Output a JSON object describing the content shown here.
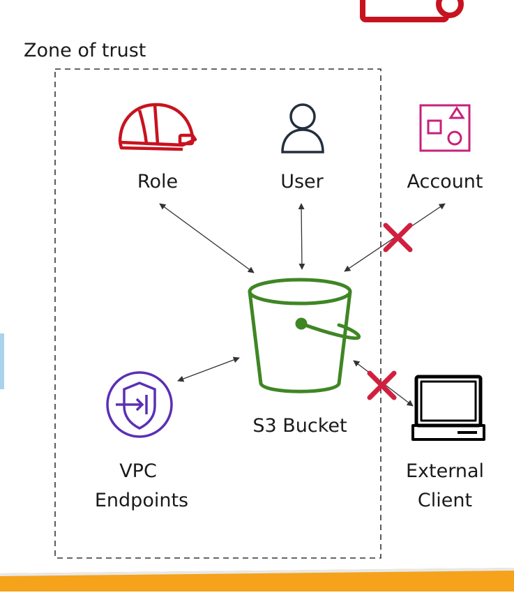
{
  "zone": {
    "label": "Zone of trust"
  },
  "nodes": {
    "role": {
      "label": "Role",
      "icon": "hard-hat-icon",
      "color": "#C7131F"
    },
    "user": {
      "label": "User",
      "icon": "user-icon",
      "color": "#232F3E"
    },
    "account": {
      "label": "Account",
      "icon": "account-icon",
      "color": "#C7207A"
    },
    "bucket": {
      "label": "S3 Bucket",
      "icon": "s3-bucket-icon",
      "color": "#3F8624"
    },
    "vpc": {
      "label_line1": "VPC",
      "label_line2": "Endpoints",
      "icon": "vpc-endpoints-icon",
      "color": "#5A30B5"
    },
    "external": {
      "label_line1": "External",
      "label_line2": "Client",
      "icon": "laptop-icon",
      "color": "#000000"
    }
  },
  "denied_marker_color": "#D1203F",
  "decoration": {
    "orange": "#F5A31A",
    "blue": "#A9D3EC"
  }
}
